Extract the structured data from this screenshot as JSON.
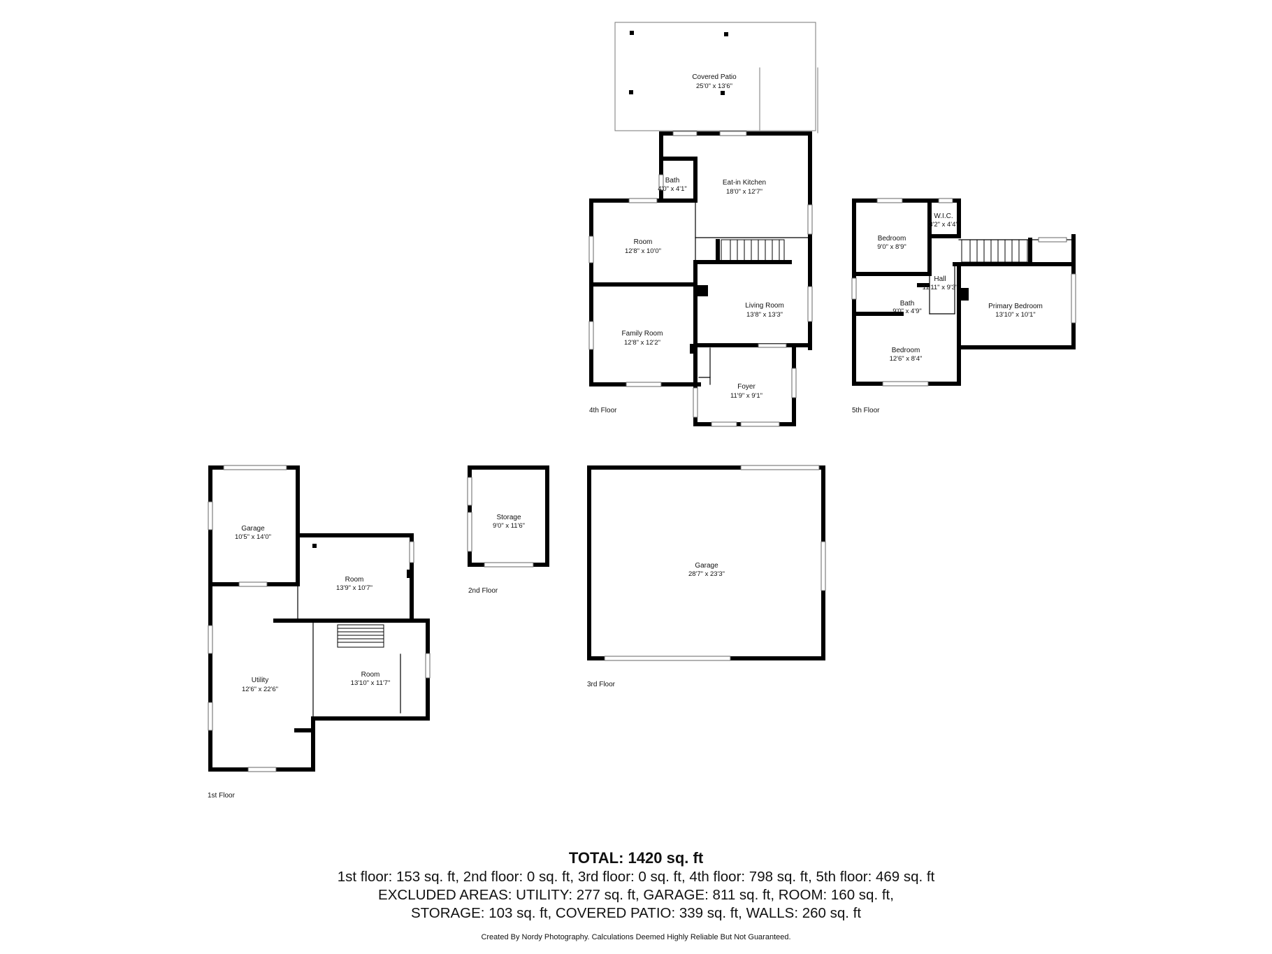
{
  "floors": [
    {
      "label": "4th Floor",
      "rooms": [
        {
          "name": "Covered Patio",
          "dim": "25'0\" x 13'6\""
        },
        {
          "name": "Eat-in Kitchen",
          "dim": "18'0\" x 12'7\""
        },
        {
          "name": "Bath",
          "dim": "4'0\" x 4'1\""
        },
        {
          "name": "Room",
          "dim": "12'8\" x 10'0\""
        },
        {
          "name": "Living Room",
          "dim": "13'8\" x 13'3\""
        },
        {
          "name": "Family Room",
          "dim": "12'8\" x 12'2\""
        },
        {
          "name": "Foyer",
          "dim": "11'9\" x 9'1\""
        }
      ]
    },
    {
      "label": "5th Floor",
      "rooms": [
        {
          "name": "Bedroom",
          "dim": "9'0\" x 8'9\""
        },
        {
          "name": "W.I.C.",
          "dim": "3'2\" x 4'4\""
        },
        {
          "name": "Hall",
          "dim": "11'11\" x 9'3\""
        },
        {
          "name": "Bath",
          "dim": "9'0\" x 4'9\""
        },
        {
          "name": "Primary Bedroom",
          "dim": "13'10\" x 10'1\""
        },
        {
          "name": "Bedroom",
          "dim": "12'6\" x 8'4\""
        }
      ]
    },
    {
      "label": "1st Floor",
      "rooms": [
        {
          "name": "Garage",
          "dim": "10'5\" x 14'0\""
        },
        {
          "name": "Room",
          "dim": "13'9\" x 10'7\""
        },
        {
          "name": "Utility",
          "dim": "12'6\" x 22'6\""
        },
        {
          "name": "Room",
          "dim": "13'10\" x 11'7\""
        }
      ]
    },
    {
      "label": "2nd Floor",
      "rooms": [
        {
          "name": "Storage",
          "dim": "9'0\" x 11'6\""
        }
      ]
    },
    {
      "label": "3rd Floor",
      "rooms": [
        {
          "name": "Garage",
          "dim": "28'7\" x 23'3\""
        }
      ]
    }
  ],
  "summary": {
    "total": "TOTAL: 1420 sq. ft",
    "line1": "1st floor: 153 sq. ft, 2nd floor: 0 sq. ft, 3rd floor: 0 sq. ft, 4th floor: 798 sq. ft, 5th floor: 469 sq. ft",
    "line2": "EXCLUDED AREAS: UTILITY: 277 sq. ft, GARAGE: 811 sq. ft, ROOM: 160 sq. ft,",
    "line3": "STORAGE: 103 sq. ft, COVERED PATIO: 339 sq. ft, WALLS: 260 sq. ft",
    "credit": "Created By Nordy Photography. Calculations Deemed Highly Reliable But Not Guaranteed."
  }
}
